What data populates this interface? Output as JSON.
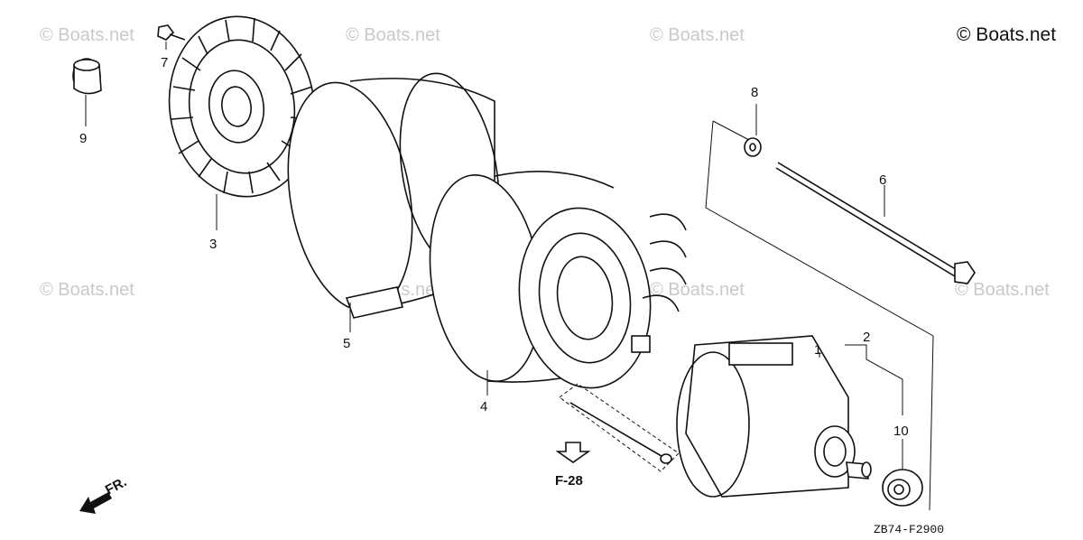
{
  "watermark": "© Boats.net",
  "copyright": "© Boats.net",
  "diagram_code": "ZB74-F2900",
  "reference": "F-28",
  "front_label": "FR.",
  "callouts": {
    "fan": "3",
    "bolt_fan": "7",
    "cap": "9",
    "cover": "5",
    "stator": "4",
    "washer": "8",
    "through_bolt": "6",
    "rotor_assembly": "2",
    "rotor": "1",
    "bearing": "10"
  }
}
